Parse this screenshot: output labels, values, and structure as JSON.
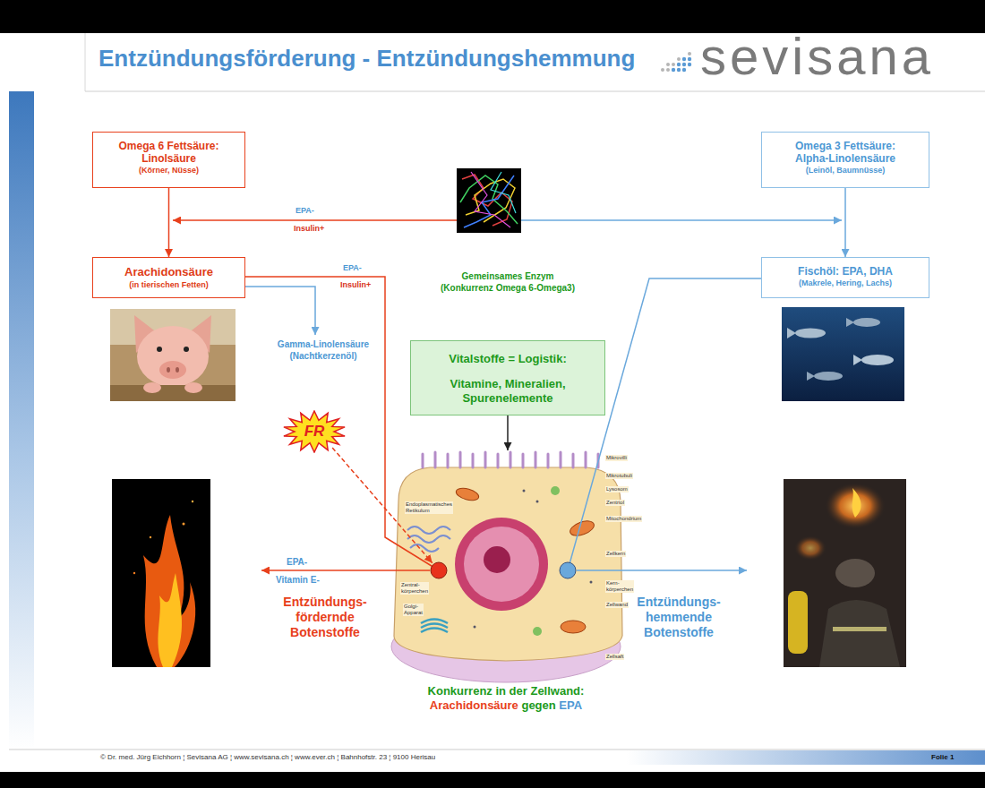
{
  "diagram": {
    "title": "Entzündungsförderung - Entzündungshemmung",
    "nodes": [
      {
        "text": [
          "Omega 6 Fettsäure: Linolsäure",
          "(Körner, Nüsse)"
        ]
      },
      {
        "text": [
          "Gemeinsames Enzym",
          "(Konkurrenz Omega 6-Omega3)"
        ]
      },
      {
        "text": [
          "Omega 3 Fettsäure: Alpha-Linolensäure",
          "(Leinöl, Baumnüsse)"
        ]
      },
      {
        "text": [
          "Arachidonsäure",
          "(in tierischen Fetten)"
        ]
      },
      {
        "text": [
          "Fischöl: EPA, DHA",
          "(Makrele, Hering, Lachs)"
        ]
      },
      {
        "text": [
          "Gamma-Linolensäure",
          "(Nachtkerzenöl)"
        ]
      },
      {
        "text": [
          "Vitalstoffe = Logistik:",
          "Vitamine, Mineralien, Spurenelemente"
        ]
      },
      {
        "text": [
          "FR"
        ]
      },
      {
        "text": [
          "Konkurrenz in der Zellwand:",
          "Arachidonsäure gegen EPA"
        ]
      }
    ],
    "edges": [
      {
        "from": 0,
        "to": 3,
        "arrow": "to"
      },
      {
        "from": 2,
        "to": 4,
        "arrow": "to"
      },
      {
        "from": 3,
        "to": 5,
        "arrow": "to"
      },
      {
        "from": 3,
        "to": 8,
        "arrow": "none"
      },
      {
        "from": 4,
        "to": 8,
        "arrow": "none"
      },
      {
        "from": 6,
        "to": 8,
        "arrow": "to"
      },
      {
        "from": 7,
        "to": 8,
        "arrow": "to"
      }
    ],
    "labels": [
      "sevisana",
      "EPA-",
      "Insulin+",
      "EPA-",
      "Insulin+",
      "EPA-",
      "Vitamin E-",
      "Entzündungs- fördernde Botenstoffe",
      "Entzündungs- hemmende Botenstoffe",
      "Mikrovilli",
      "Endoplasmatisches Retikulum",
      "Mikrotubuli",
      "Lysosom",
      "Zentriol",
      "Mitochondrium",
      "Zellkern",
      "Zentral- körperchen",
      "Kern- körperchen",
      "Golgi- Apparat",
      "Zellwand",
      "Zellsaft",
      "© Dr. med. Jürg Eichhorn ¦ Sevisana AG ¦ www.sevisana.ch ¦ www.ever.ch ¦ Bahnhofstr. 23 ¦ 9100 Herisau",
      "Folie 1"
    ]
  }
}
